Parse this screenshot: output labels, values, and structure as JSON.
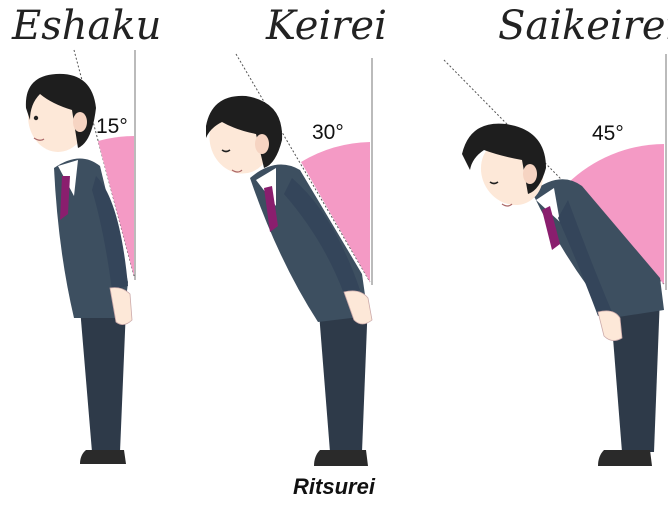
{
  "bows": [
    {
      "name": "Eshaku",
      "angle_label": "15°",
      "angle": 15
    },
    {
      "name": "Keirei",
      "angle_label": "30°",
      "angle": 30
    },
    {
      "name": "Saikeirei",
      "angle_label": "45°",
      "angle": 45
    }
  ],
  "caption": "Ritsurei",
  "colors": {
    "wedge": "#f49ac5",
    "suit": "#3d4f60",
    "trousers": "#2e3a49",
    "hair": "#1e1e1e",
    "skin": "#fde8d8",
    "tie": "#8a1e6e",
    "shoe": "#2a2a2a"
  }
}
